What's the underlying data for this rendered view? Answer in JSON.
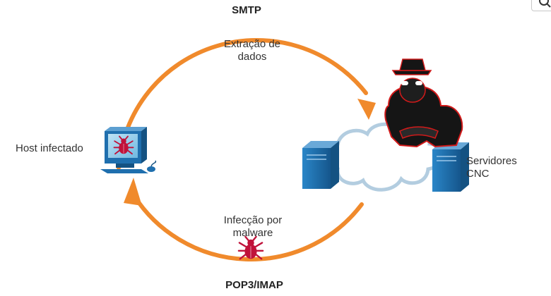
{
  "top_label": "SMTP",
  "bottom_label": "POP3/IMAP",
  "extraction_label": [
    "Extração de",
    "dados"
  ],
  "infection_label": [
    "Infecção por",
    "malware"
  ],
  "host_label": "Host infectado",
  "servers_label": [
    "Servidores",
    "CNC"
  ],
  "colors": {
    "arrow": "#f08a2c",
    "bug": "#c0123a",
    "server": "#1f6fae",
    "cloud": "#b3cde0",
    "hacker": "#151515",
    "hacker_outline": "#d11a1a"
  },
  "icons": [
    "search-icon",
    "computer-icon",
    "bug-icon",
    "server-icon",
    "cloud-icon",
    "hacker-icon"
  ]
}
